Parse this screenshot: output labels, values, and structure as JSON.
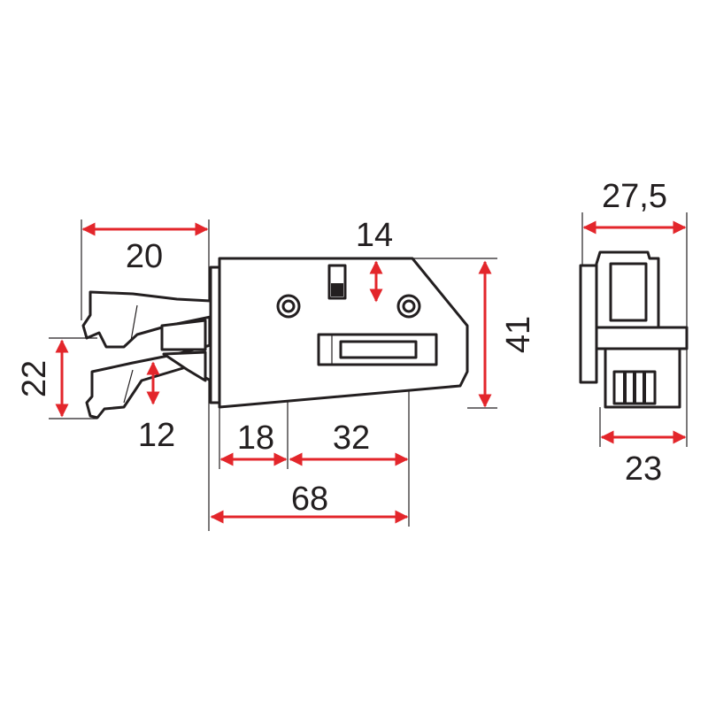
{
  "colors": {
    "dimension": "#e3262b",
    "outline": "#231f20"
  },
  "dimensions": {
    "jaw_length": "20",
    "switch_offset": "14",
    "body_height": "41",
    "jaw_opening": "22",
    "jaw_inner": "12",
    "hole_offset": "18",
    "hole_spacing": "32",
    "overall_length": "68",
    "side_width": "27,5",
    "side_base_width": "23"
  }
}
